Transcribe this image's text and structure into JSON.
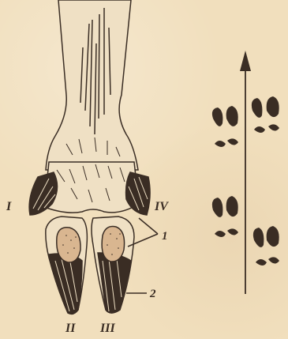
{
  "labels": {
    "digit_I": "I",
    "digit_II": "II",
    "digit_III": "III",
    "digit_IV": "IV",
    "callout_1": "1",
    "callout_2": "2"
  },
  "colors": {
    "ink": "#3a2d24",
    "paper": "#f1dfbd"
  }
}
